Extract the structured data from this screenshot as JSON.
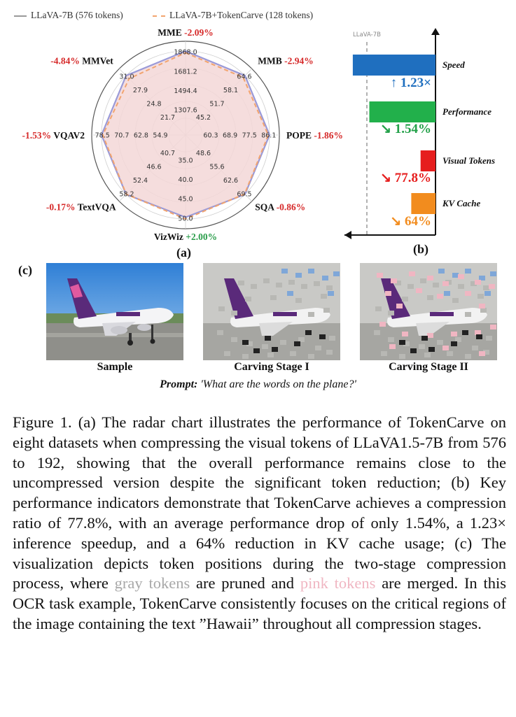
{
  "legend": {
    "baseline": "LLaVA-7B (576 tokens)",
    "tokencarve": "LLaVA-7B+TokenCarve (128 tokens)"
  },
  "colors": {
    "baseline_line": "#9a9ad8",
    "tokencarve_line": "#f2a46f",
    "fill": "#f3d7d7",
    "negative": "#d62a2a",
    "positive": "#2a9d4a",
    "speed": "#1f6fbf",
    "performance": "#22b04b",
    "visual_tokens": "#e61e1e",
    "kv_cache": "#f28c1e"
  },
  "chart_data": [
    {
      "type": "radar",
      "axes": [
        {
          "name": "MME",
          "change": "-2.09%",
          "ticks": [
            "1307.6",
            "1494.4",
            "1681.2",
            "1868.0"
          ]
        },
        {
          "name": "MMB",
          "change": "-2.94%",
          "ticks": [
            "45.2",
            "51.7",
            "58.1",
            "64.6"
          ]
        },
        {
          "name": "POPE",
          "change": "-1.86%",
          "ticks": [
            "60.3",
            "68.9",
            "77.5",
            "86.1"
          ]
        },
        {
          "name": "SQA",
          "change": "-0.86%",
          "ticks": [
            "48.6",
            "55.6",
            "62.6",
            "69.5"
          ]
        },
        {
          "name": "VizWiz",
          "change": "+2.00%",
          "ticks": [
            "35.0",
            "40.0",
            "45.0",
            "50.0"
          ]
        },
        {
          "name": "TextVQA",
          "change": "-0.17%",
          "ticks": [
            "40.7",
            "46.6",
            "52.4",
            "58.2"
          ]
        },
        {
          "name": "VQAV2",
          "change": "-1.53%",
          "ticks": [
            "54.9",
            "62.8",
            "70.7",
            "78.5"
          ]
        },
        {
          "name": "MMVet",
          "change": "-4.84%",
          "ticks": [
            "21.7",
            "24.8",
            "27.9",
            "31.0"
          ]
        }
      ],
      "series": [
        {
          "name": "LLaVA-7B (576 tokens)",
          "values": [
            1.0,
            1.0,
            1.0,
            1.0,
            0.98,
            1.0,
            1.0,
            1.0
          ]
        },
        {
          "name": "LLaVA-7B+TokenCarve (128 tokens)",
          "values": [
            0.98,
            0.97,
            0.985,
            0.995,
            1.0,
            0.998,
            0.985,
            0.95
          ]
        }
      ],
      "rmax": 1.0,
      "panel_label": "(a)"
    },
    {
      "type": "bar",
      "orientation": "horizontal",
      "reference_label": "LLaVA-7B",
      "categories": [
        "Speed",
        "Performance",
        "Visual Tokens",
        "KV Cache"
      ],
      "values": [
        1.23,
        0.9846,
        0.222,
        0.36
      ],
      "direction": [
        "up",
        "down",
        "down",
        "down"
      ],
      "value_labels": [
        "1.23×",
        "1.54%",
        "77.8%",
        "64%"
      ],
      "panel_label": "(b)"
    }
  ],
  "panel_c": {
    "label": "(c)",
    "images": [
      {
        "caption": "Sample",
        "icon": "airplane-photo"
      },
      {
        "caption": "Carving Stage I",
        "icon": "airplane-gray-pruned"
      },
      {
        "caption": "Carving Stage II",
        "icon": "airplane-pink-merged"
      }
    ],
    "prompt_label": "Prompt:",
    "prompt_text": "'What are the words on the plane?'"
  },
  "caption": {
    "part1": "Figure 1.  (a) The radar chart illustrates the performance of TokenCarve on eight datasets when compressing the visual tokens of LLaVA1.5-7B from 576 to 192, showing that the overall performance remains close to the uncompressed version despite the significant token reduction; (b) Key performance indicators demonstrate that TokenCarve achieves a compression ratio of 77.8%, with an average performance drop of only 1.54%, a 1.23× inference speedup, and a 64% reduction in KV cache usage; (c) The visualization depicts token positions during the two-stage compression process, where ",
    "gray": "gray tokens",
    "part2": " are pruned and ",
    "pink": "pink tokens",
    "part3": " are merged.  In this OCR task example, TokenCarve consistently focuses on the critical regions of the image containing the text ”Hawaii” throughout all compression stages."
  }
}
